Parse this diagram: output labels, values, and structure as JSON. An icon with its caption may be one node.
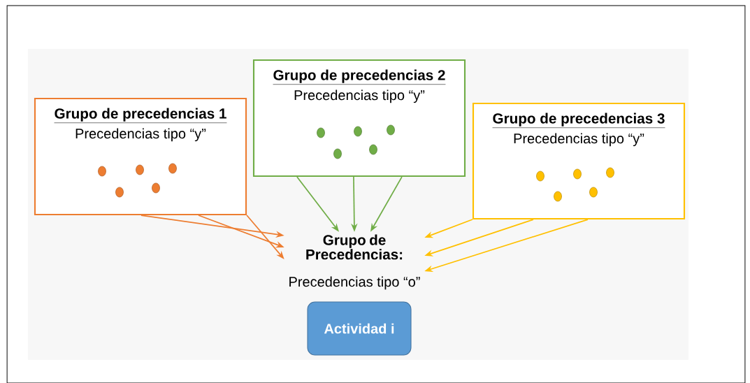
{
  "diagram": {
    "nodes": [
      {
        "text": [
          "Grupo de precedencias 1",
          "Precedencias tipo “y”"
        ]
      },
      {
        "text": [
          "Grupo de precedencias 2",
          "Precedencias tipo “y”"
        ]
      },
      {
        "text": [
          "Grupo de precedencias 3",
          "Precedencias tipo “y”"
        ]
      },
      {
        "text": [
          "Grupo de Precedencias:",
          "Precedencias tipo “o”"
        ]
      },
      {
        "text": [
          "Actividad i"
        ]
      }
    ],
    "edges": [
      {
        "from": 0,
        "to": 3,
        "arrow": "to",
        "color": "#ed7d31"
      },
      {
        "from": 0,
        "to": 3,
        "arrow": "to",
        "color": "#ed7d31"
      },
      {
        "from": 0,
        "to": 3,
        "arrow": "to",
        "color": "#ed7d31"
      },
      {
        "from": 1,
        "to": 3,
        "arrow": "to",
        "color": "#70ad47"
      },
      {
        "from": 1,
        "to": 3,
        "arrow": "to",
        "color": "#70ad47"
      },
      {
        "from": 1,
        "to": 3,
        "arrow": "to",
        "color": "#70ad47"
      },
      {
        "from": 2,
        "to": 3,
        "arrow": "to",
        "color": "#ffc000"
      },
      {
        "from": 2,
        "to": 3,
        "arrow": "to",
        "color": "#ffc000"
      },
      {
        "from": 2,
        "to": 3,
        "arrow": "to",
        "color": "#ffc000"
      }
    ]
  }
}
